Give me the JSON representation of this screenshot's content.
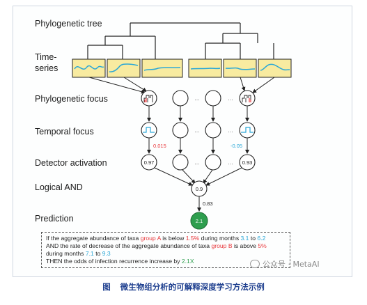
{
  "labels": {
    "tree": "Phylogenetic tree",
    "timeseries": "Time-\nseries",
    "focus": "Phylogenetic focus",
    "temporal": "Temporal focus",
    "detector": "Detector activation",
    "logical": "Logical AND",
    "prediction": "Prediction"
  },
  "values": {
    "weight_left": "0.015",
    "weight_right": "-0.05",
    "det_left": "0.97",
    "det_right": "0.93",
    "and_node": "0.9",
    "and_weight": "0.83",
    "prediction": "2.1",
    "ellipsis": "…"
  },
  "rule": {
    "l1": {
      "a": "If the aggregate abundance of taxa ",
      "b": "group A",
      "c": " is below ",
      "d": "1.5%",
      "e": " during months ",
      "f": "3.1",
      "g": " to ",
      "h": "6.2"
    },
    "l2": {
      "a": "AND the rate of decrease of the aggregate abundance of taxa ",
      "b": "group B",
      "c": " is above ",
      "d": "5%"
    },
    "l3": {
      "a": "during months ",
      "b": "7.1",
      "c": " to ",
      "d": "9.3"
    },
    "l4": {
      "a": "THEN the odds of infection recurrence increase by ",
      "b": "2.1X"
    }
  },
  "watermark": "公众号 · MetaAI",
  "caption": {
    "fig": "图",
    "text": "微生物组分析的可解释深度学习方法示例"
  },
  "colors": {
    "box_fill": "#f8eba0",
    "box_stroke": "#222222",
    "series_line": "#2aa7d6",
    "weight_red": "#e8383c",
    "weight_blue": "#2aa7d6",
    "prediction_fill": "#2e9e4e",
    "caption": "#1e3f8f"
  }
}
